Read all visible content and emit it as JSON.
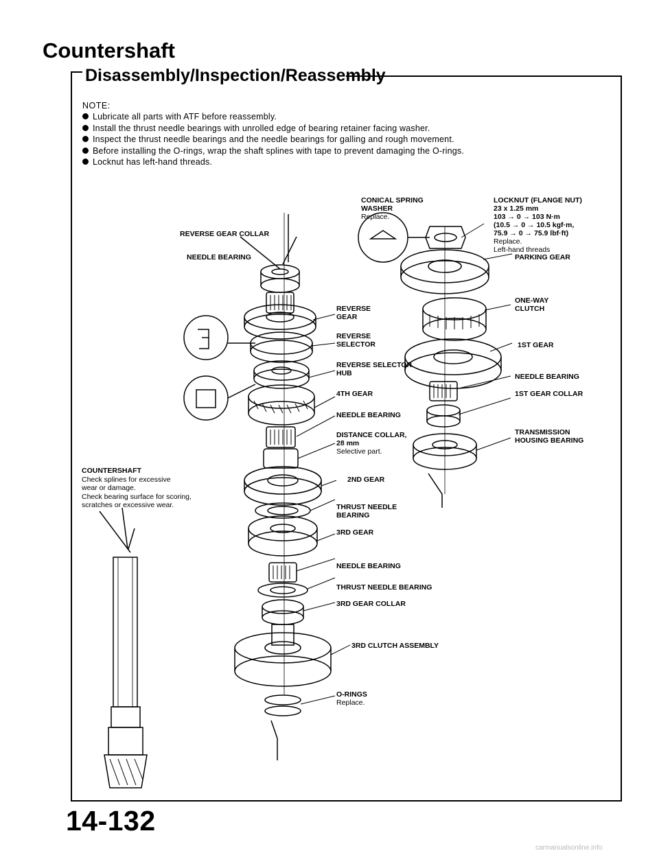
{
  "header": {
    "title": "Countershaft",
    "subtitle": "Disassembly/Inspection/Reassembly"
  },
  "notes": {
    "heading": "NOTE:",
    "items": [
      "Lubricate all parts with ATF before reassembly.",
      "Install the thrust needle bearings with unrolled edge of bearing retainer facing washer.",
      "Inspect the thrust needle bearings and the needle bearings for galling and rough movement.",
      "Before installing the O-rings, wrap the shaft splines with tape to prevent damaging the O-rings.",
      "Locknut has left-hand threads."
    ]
  },
  "labels": {
    "locknut": {
      "name": "LOCKNUT (FLANGE NUT)",
      "size": "23 x 1.25 mm",
      "torque_nm": "103 → 0 → 103 N·m",
      "torque_kgf": "(10.5 → 0 → 10.5 kgf·m,",
      "torque_lbf": "75.9 → 0 → 75.9 lbf·ft)",
      "replace": "Replace.",
      "threads": "Left-hand threads"
    },
    "conical_washer": {
      "name1": "CONICAL SPRING",
      "name2": "WASHER",
      "note": "Replace."
    },
    "reverse_gear_collar": "REVERSE GEAR COLLAR",
    "needle_bearing_1": "NEEDLE BEARING",
    "parking_gear": "PARKING GEAR",
    "one_way_clutch_1": "ONE-WAY",
    "one_way_clutch_2": "CLUTCH",
    "reverse_gear_1": "REVERSE",
    "reverse_gear_2": "GEAR",
    "reverse_selector_1": "REVERSE",
    "reverse_selector_2": "SELECTOR",
    "first_gear": "1ST GEAR",
    "reverse_selector_hub_1": "REVERSE SELECTOR",
    "reverse_selector_hub_2": "HUB",
    "needle_bearing_2": "NEEDLE BEARING",
    "fourth_gear": "4TH GEAR",
    "first_gear_collar": "1ST GEAR COLLAR",
    "needle_bearing_3": "NEEDLE BEARING",
    "transmission_housing_bearing_1": "TRANSMISSION",
    "transmission_housing_bearing_2": "HOUSING BEARING",
    "distance_collar_1": "DISTANCE COLLAR,",
    "distance_collar_2": "28 mm",
    "distance_collar_3": "Selective part.",
    "countershaft": {
      "name": "COUNTERSHAFT",
      "line1": "Check splines for excessive",
      "line2": "wear or damage.",
      "line3": "Check bearing surface for scoring,",
      "line4": "scratches or excessive wear."
    },
    "second_gear": "2ND GEAR",
    "thrust_needle_bearing_1a": "THRUST NEEDLE",
    "thrust_needle_bearing_1b": "BEARING",
    "third_gear": "3RD GEAR",
    "needle_bearing_4": "NEEDLE BEARING",
    "thrust_needle_bearing_2": "THRUST NEEDLE BEARING",
    "third_gear_collar": "3RD GEAR COLLAR",
    "third_clutch_assembly": "3RD CLUTCH ASSEMBLY",
    "o_rings": {
      "name": "O-RINGS",
      "note": "Replace."
    }
  },
  "footer": {
    "page_number": "14-132",
    "watermark": "carmanualsonline.info"
  }
}
